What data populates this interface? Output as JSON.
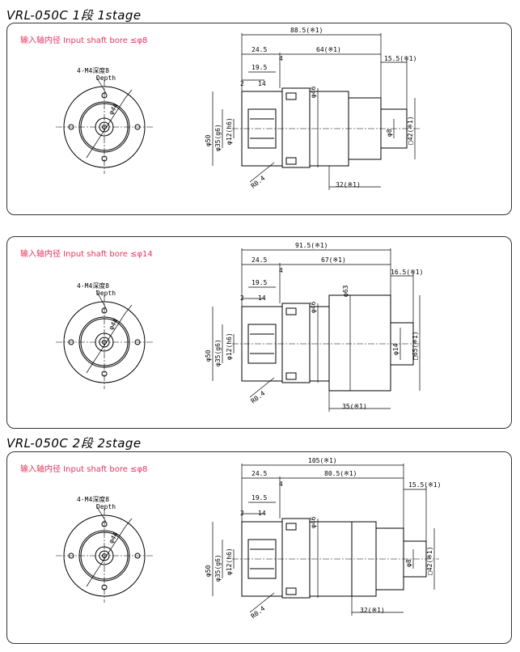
{
  "sections": [
    {
      "title": "VRL-050C  1段  1stage",
      "panels": [
        {
          "bore": "输入轴内径  Input shaft bore  ≤φ8",
          "front": {
            "holes": "4-M4深度8",
            "depth": "Depth",
            "pcd": "φ44"
          },
          "dims": {
            "total": "88.5(※1)",
            "left": "24.5",
            "right": "64(※1)",
            "four": "4",
            "tail": "15.5(※1)",
            "d195": "19.5",
            "d2": "2",
            "d14": "14",
            "d46": "φ46",
            "d50": "φ50",
            "d35": "φ35(g6)",
            "d12": "φ12(h6)",
            "r": "R0.4",
            "bottom": "32(※1)",
            "bore_d": "φ8",
            "sq": "□42(※1)"
          }
        },
        {
          "bore": "输入轴内径  Input shaft bore  ≤φ14",
          "front": {
            "holes": "4-M4深度8",
            "depth": "Depth",
            "pcd": "φ44"
          },
          "dims": {
            "total": "91.5(※1)",
            "left": "24.5",
            "right": "67(※1)",
            "four": "4",
            "tail": "16.5(※1)",
            "d195": "19.5",
            "d2": "2",
            "d14": "14",
            "d46": "φ46",
            "d50": "φ50",
            "d35": "φ35(g6)",
            "d12": "φ12(h6)",
            "r": "R0.4",
            "bottom": "35(※1)",
            "bore_d": "φ14",
            "sq": "□65(※1)",
            "d63": "φ63"
          }
        }
      ]
    },
    {
      "title": "VRL-050C  2段  2stage",
      "panels": [
        {
          "bore": "输入轴内径  Input shaft bore  ≤φ8",
          "front": {
            "holes": "4-M4深度8",
            "depth": "Depth",
            "pcd": "φ44"
          },
          "dims": {
            "total": "105(※1)",
            "left": "24.5",
            "right": "80.5(※1)",
            "four": "4",
            "tail": "15.5(※1)",
            "d195": "19.5",
            "d2": "2",
            "d14": "14",
            "d46": "φ46",
            "d50": "φ50",
            "d35": "φ35(g6)",
            "d12": "φ12(h6)",
            "r": "R0.4",
            "bottom": "32(※1)",
            "bore_d": "φ8",
            "sq": "□42(※1)"
          }
        }
      ]
    }
  ],
  "colors": {
    "bore_text": "#e8335c",
    "line": "#000000",
    "frame": "#333333"
  }
}
